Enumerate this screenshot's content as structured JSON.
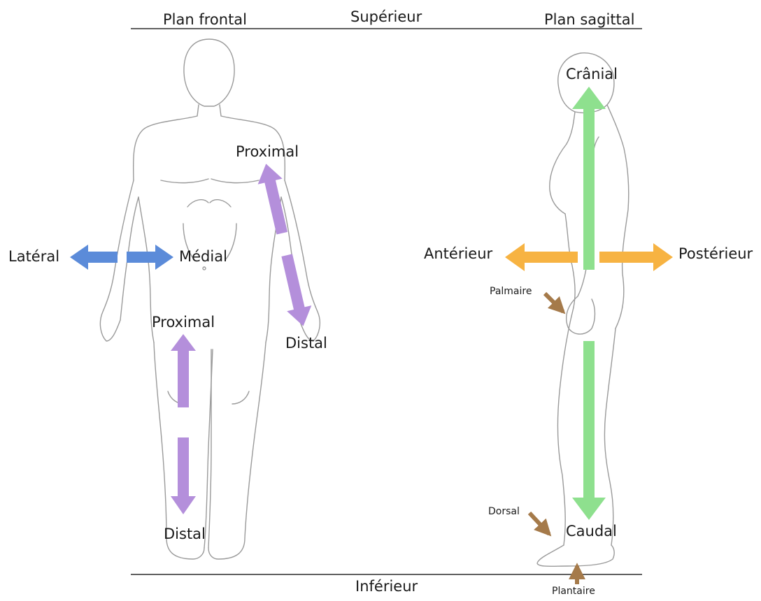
{
  "header": {
    "left_title": "Plan frontal",
    "center_title": "Supérieur",
    "right_title": "Plan sagittal"
  },
  "footer": {
    "center_label": "Inférieur"
  },
  "frontal": {
    "lateral": "Latéral",
    "medial": "Médial",
    "arm_proximal": "Proximal",
    "arm_distal": "Distal",
    "leg_proximal": "Proximal",
    "leg_distal": "Distal"
  },
  "sagittal": {
    "cranial": "Crânial",
    "caudal": "Caudal",
    "anterior": "Antérieur",
    "posterior": "Postérieur",
    "palmar": "Palmaire",
    "dorsal": "Dorsal",
    "plantar": "Plantaire"
  },
  "colors": {
    "lateral_medial_arrows": "#5b8bd9",
    "proximal_distal_arrows": "#b48fdb",
    "cranial_caudal_arrows": "#8ee08e",
    "anterior_posterior_arrows": "#f7b342",
    "small_arrows": "#a57a4a",
    "outline": "#9a9a9a",
    "rules": "#000000"
  }
}
